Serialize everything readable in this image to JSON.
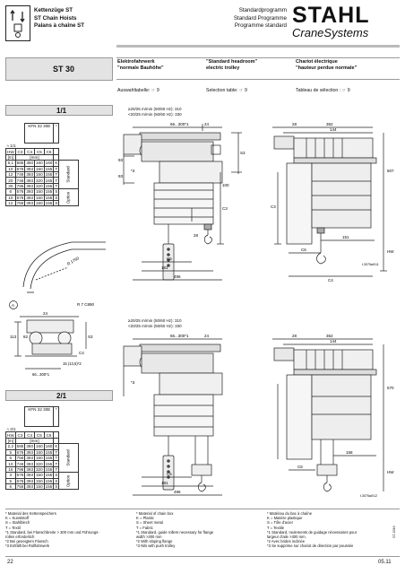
{
  "header": {
    "titles": [
      "Kettenzüge ST",
      "ST Chain Hoists",
      "Palans à chaîne ST"
    ],
    "programme": [
      "Standardprogramm",
      "Standard Programme",
      "Programme standard"
    ],
    "brand_top": "STAHL",
    "brand_bottom": "CraneSystems"
  },
  "model": "ST 30",
  "trolley_desc": {
    "de": [
      "Elektrofahrwerk",
      "\"normale Bauhöhe\""
    ],
    "en": [
      "\"Standard headroom\"",
      "electric trolley"
    ],
    "fr": [
      "Chariot électrique",
      "\"hauteur perdue normale\""
    ]
  },
  "selection": {
    "de": "Auswahltabelle: ☞ 9",
    "en": "Selection table: ☞ 9",
    "fr": "Tableau de sélection : ☞ 9"
  },
  "section1": {
    "ratio": "1/1",
    "kfn": "KFN 32 30E",
    "star": "*",
    "row_hw_note": "≈ 1/1",
    "cols": [
      "HW",
      "C3",
      "C4",
      "C5",
      "C6"
    ],
    "units": [
      "[m]",
      "[mm]"
    ],
    "rows": [
      [
        "6,1",
        "585",
        "350",
        "160",
        "160",
        "K"
      ],
      [
        "10",
        "676",
        "393",
        "150",
        "155",
        "T"
      ],
      [
        "12",
        "746",
        "393",
        "150",
        "155",
        "T"
      ],
      [
        "20",
        "746",
        "393",
        "320",
        "155",
        "T"
      ],
      [
        "30",
        "796",
        "393",
        "320",
        "155",
        "T"
      ],
      [
        "6",
        "576",
        "393",
        "150",
        "155",
        "S"
      ],
      [
        "10",
        "676",
        "393",
        "150",
        "155",
        "S"
      ],
      [
        "12",
        "756",
        "393",
        "150",
        "155",
        "S"
      ]
    ],
    "group_std": "Standard",
    "group_opt": "Option",
    "speed_lines": [
      "≥20/25 m/min (50/60 Hz): 310",
      "<20/25 m/min (50/60 Hz): 330"
    ],
    "dims": {
      "top_span": "66...300*1",
      "top_24": "24",
      "left_s": "S3",
      "a1": "93",
      "a2": "93",
      "a3": "100",
      "h28": "28",
      "c5": "C5",
      "c3": "C3",
      "b181": "181",
      "b496": "496",
      "star3": "*3",
      "r_28": "28",
      "r_362": "362",
      "r_144": "144",
      "r_507": "507",
      "r_151": "151",
      "r_c6": "C6",
      "r_c4": "C4",
      "r_hw": "HW",
      "drawing_no": "t.3075a0/11"
    }
  },
  "curve": {
    "radius": "R 1750",
    "detail_label": "A",
    "radius2": "R 7 C890",
    "d_24": "24",
    "d_66": "66...300*1",
    "d_113": "113",
    "d_82": "82",
    "d_15": "15 (13,5)*2",
    "d_c4": "C4",
    "d_s3": "S3"
  },
  "section2": {
    "ratio": "2/1",
    "kfn": "KFN 32 30E",
    "star": "*",
    "row_hw_note": "≈ 2/1",
    "cols": [
      "HW",
      "C3",
      "C4",
      "C5",
      "C6"
    ],
    "units": [
      "[m]",
      "[mm]"
    ],
    "rows": [
      [
        "2,2",
        "585",
        "350",
        "160",
        "160",
        "K"
      ],
      [
        "5",
        "676",
        "393",
        "150",
        "155",
        "T"
      ],
      [
        "6",
        "756",
        "393",
        "150",
        "155",
        "T"
      ],
      [
        "10",
        "746",
        "393",
        "320",
        "155",
        "T"
      ],
      [
        "15",
        "796",
        "393",
        "320",
        "155",
        "T"
      ],
      [
        "3",
        "576",
        "393",
        "150",
        "155",
        "S"
      ],
      [
        "5",
        "676",
        "393",
        "150",
        "155",
        "S"
      ],
      [
        "6",
        "756",
        "393",
        "150",
        "155",
        "S"
      ]
    ],
    "group_std": "Standard",
    "group_opt": "Option",
    "speed_lines": [
      "≥20/25 m/min (50/60 Hz): 310",
      "<20/25 m/min (50/60 Hz): 330"
    ],
    "dims": {
      "top_span": "66...300*1",
      "top_24": "24",
      "c5": "C5",
      "b181": "181",
      "b496": "496",
      "star3": "*3",
      "r_28": "28",
      "r_362": "362",
      "r_144": "144",
      "r_570": "570",
      "r_158": "158",
      "r_c6": "C6",
      "r_hw": "HW",
      "drawing_no": "t.3075a0/12"
    }
  },
  "footnotes": {
    "de": [
      "* Material des Kettenspeichers",
      "K = Kunststoff",
      "S = Stahlblech",
      "T = Textil",
      "*1 Standard, bei Flanschbreite > 300 mm und Führungs-",
      "rollen erforderlich",
      "*2 Bei geneigtem Flansch",
      "*3 Entfällt bei Rollfahrwerk"
    ],
    "en": [
      "* Material of chain box",
      "K = Plastic",
      "S = Sheet metal",
      "T = Fabric",
      "*1 Standard, guide rollers necessary for flange",
      "width >300 mm",
      "*2 With sloping flange",
      "*3 Nils with push trolley"
    ],
    "fr": [
      "* Matériau du bac à chaîne",
      "K = Matière plastique",
      "S = Tôle d'acier",
      "T = Textile",
      "*1 Standard, roulements de guidage nécessaires pour",
      "largeur d'aile >300 mm.",
      "*2 Avec brides inclinée",
      "*3 Se supprime sur chariot de direction par poussée"
    ]
  },
  "page_number": "22",
  "date": "05.11",
  "side_code": "ST-2016"
}
